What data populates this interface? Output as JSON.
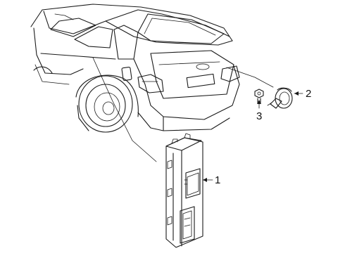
{
  "diagram": {
    "callouts": [
      {
        "id": "1",
        "label": "1",
        "part": "control-module"
      },
      {
        "id": "2",
        "label": "2",
        "part": "horn"
      },
      {
        "id": "3",
        "label": "3",
        "part": "nut"
      }
    ]
  },
  "colors": {
    "line": "#1a1a1a",
    "background": "#ffffff"
  }
}
